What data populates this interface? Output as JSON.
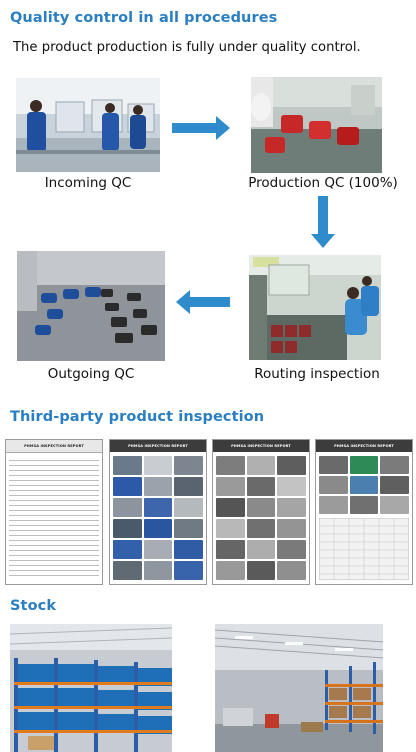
{
  "sections": {
    "quality": {
      "title": "Quality control in all procedures",
      "intro": "The product production is fully under quality control."
    },
    "third_party": {
      "title": "Third-party product inspection"
    },
    "stock": {
      "title": "Stock"
    }
  },
  "process": {
    "incoming": "Incoming QC",
    "production": "Production QC (100%)",
    "outgoing": "Outgoing QC",
    "routing": "Routing inspection"
  },
  "reports": {
    "header": "PHMSA INSPECTION REPORT"
  },
  "colors": {
    "heading_blue": "#2a7fc2",
    "arrow_blue": "#2f8bcb"
  }
}
